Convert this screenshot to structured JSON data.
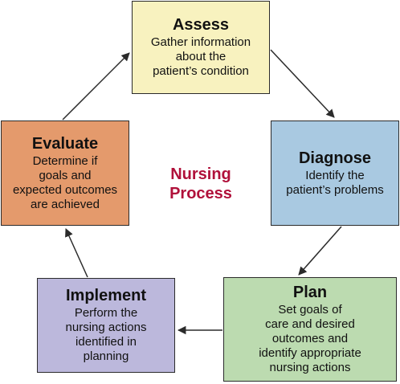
{
  "center_label": {
    "line1": "Nursing",
    "line2": "Process"
  },
  "steps": [
    {
      "id": "assess",
      "title": "Assess",
      "desc": "Gather information\nabout the\npatient’s condition",
      "color": "#f8f2bf"
    },
    {
      "id": "diagnose",
      "title": "Diagnose",
      "desc": "Identify the\npatient’s problems",
      "color": "#a9c9e1"
    },
    {
      "id": "plan",
      "title": "Plan",
      "desc": "Set goals of\ncare and desired\noutcomes and\nidentify appropriate\nnursing actions",
      "color": "#bcdbb0"
    },
    {
      "id": "implement",
      "title": "Implement",
      "desc": "Perform the\nnursing actions\nidentified in\nplanning",
      "color": "#bcb8dc"
    },
    {
      "id": "evaluate",
      "title": "Evaluate",
      "desc": "Determine if\ngoals and\nexpected outcomes\nare achieved",
      "color": "#e49a6c"
    }
  ],
  "colors": {
    "arrow": "#2b2b2b",
    "center_label": "#b0103a"
  }
}
